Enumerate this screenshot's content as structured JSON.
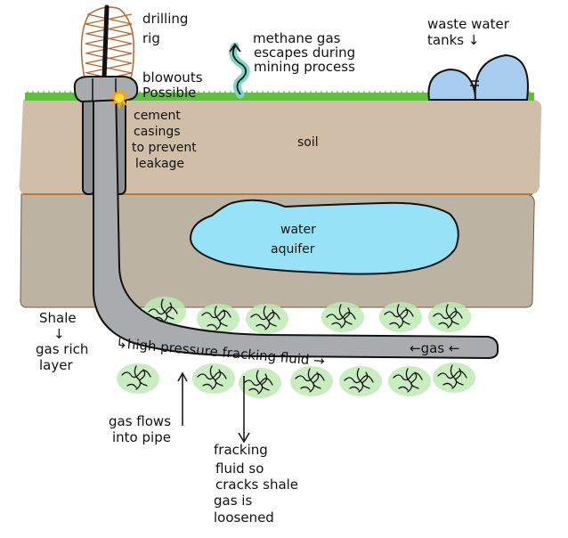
{
  "title": "Hydraulic fracturing (fracking) process diagram",
  "colors": {
    "soil": "#d0bea8",
    "rock_layer": "#bdb3a2",
    "grass": "#5fbf3f",
    "water": "#98e2f8",
    "tanks": "#a8cdee",
    "pipe": "#a9acae",
    "casing": "#8f9294",
    "rig": "#b8652a",
    "methane": "#7fd6c8",
    "shale_glow": "#bfe9b5",
    "blowout": "#f7a21b",
    "ink": "#111111"
  },
  "labels": {
    "drilling_rig": [
      "drilling",
      "rig"
    ],
    "blowouts": [
      "blowouts",
      "Possible"
    ],
    "cement": [
      "cement",
      "casings",
      "to prevent",
      "leakage"
    ],
    "methane": [
      "methane gas",
      "escapes during",
      "mining process"
    ],
    "waste_water": [
      "waste water",
      "tanks ↓"
    ],
    "soil": "soil",
    "aquifer": [
      "water",
      "aquifer"
    ],
    "shale": [
      "Shale",
      "↓",
      "gas rich",
      "layer"
    ],
    "pipe_fluid": "↳high pressure fracking fluid →",
    "pipe_gas": "←gas ←",
    "gas_flows": [
      "gas flows",
      "into pipe"
    ],
    "fracking_fluid": [
      "fracking",
      "fluid so",
      "cracks shale",
      "gas is",
      "loosened"
    ]
  }
}
